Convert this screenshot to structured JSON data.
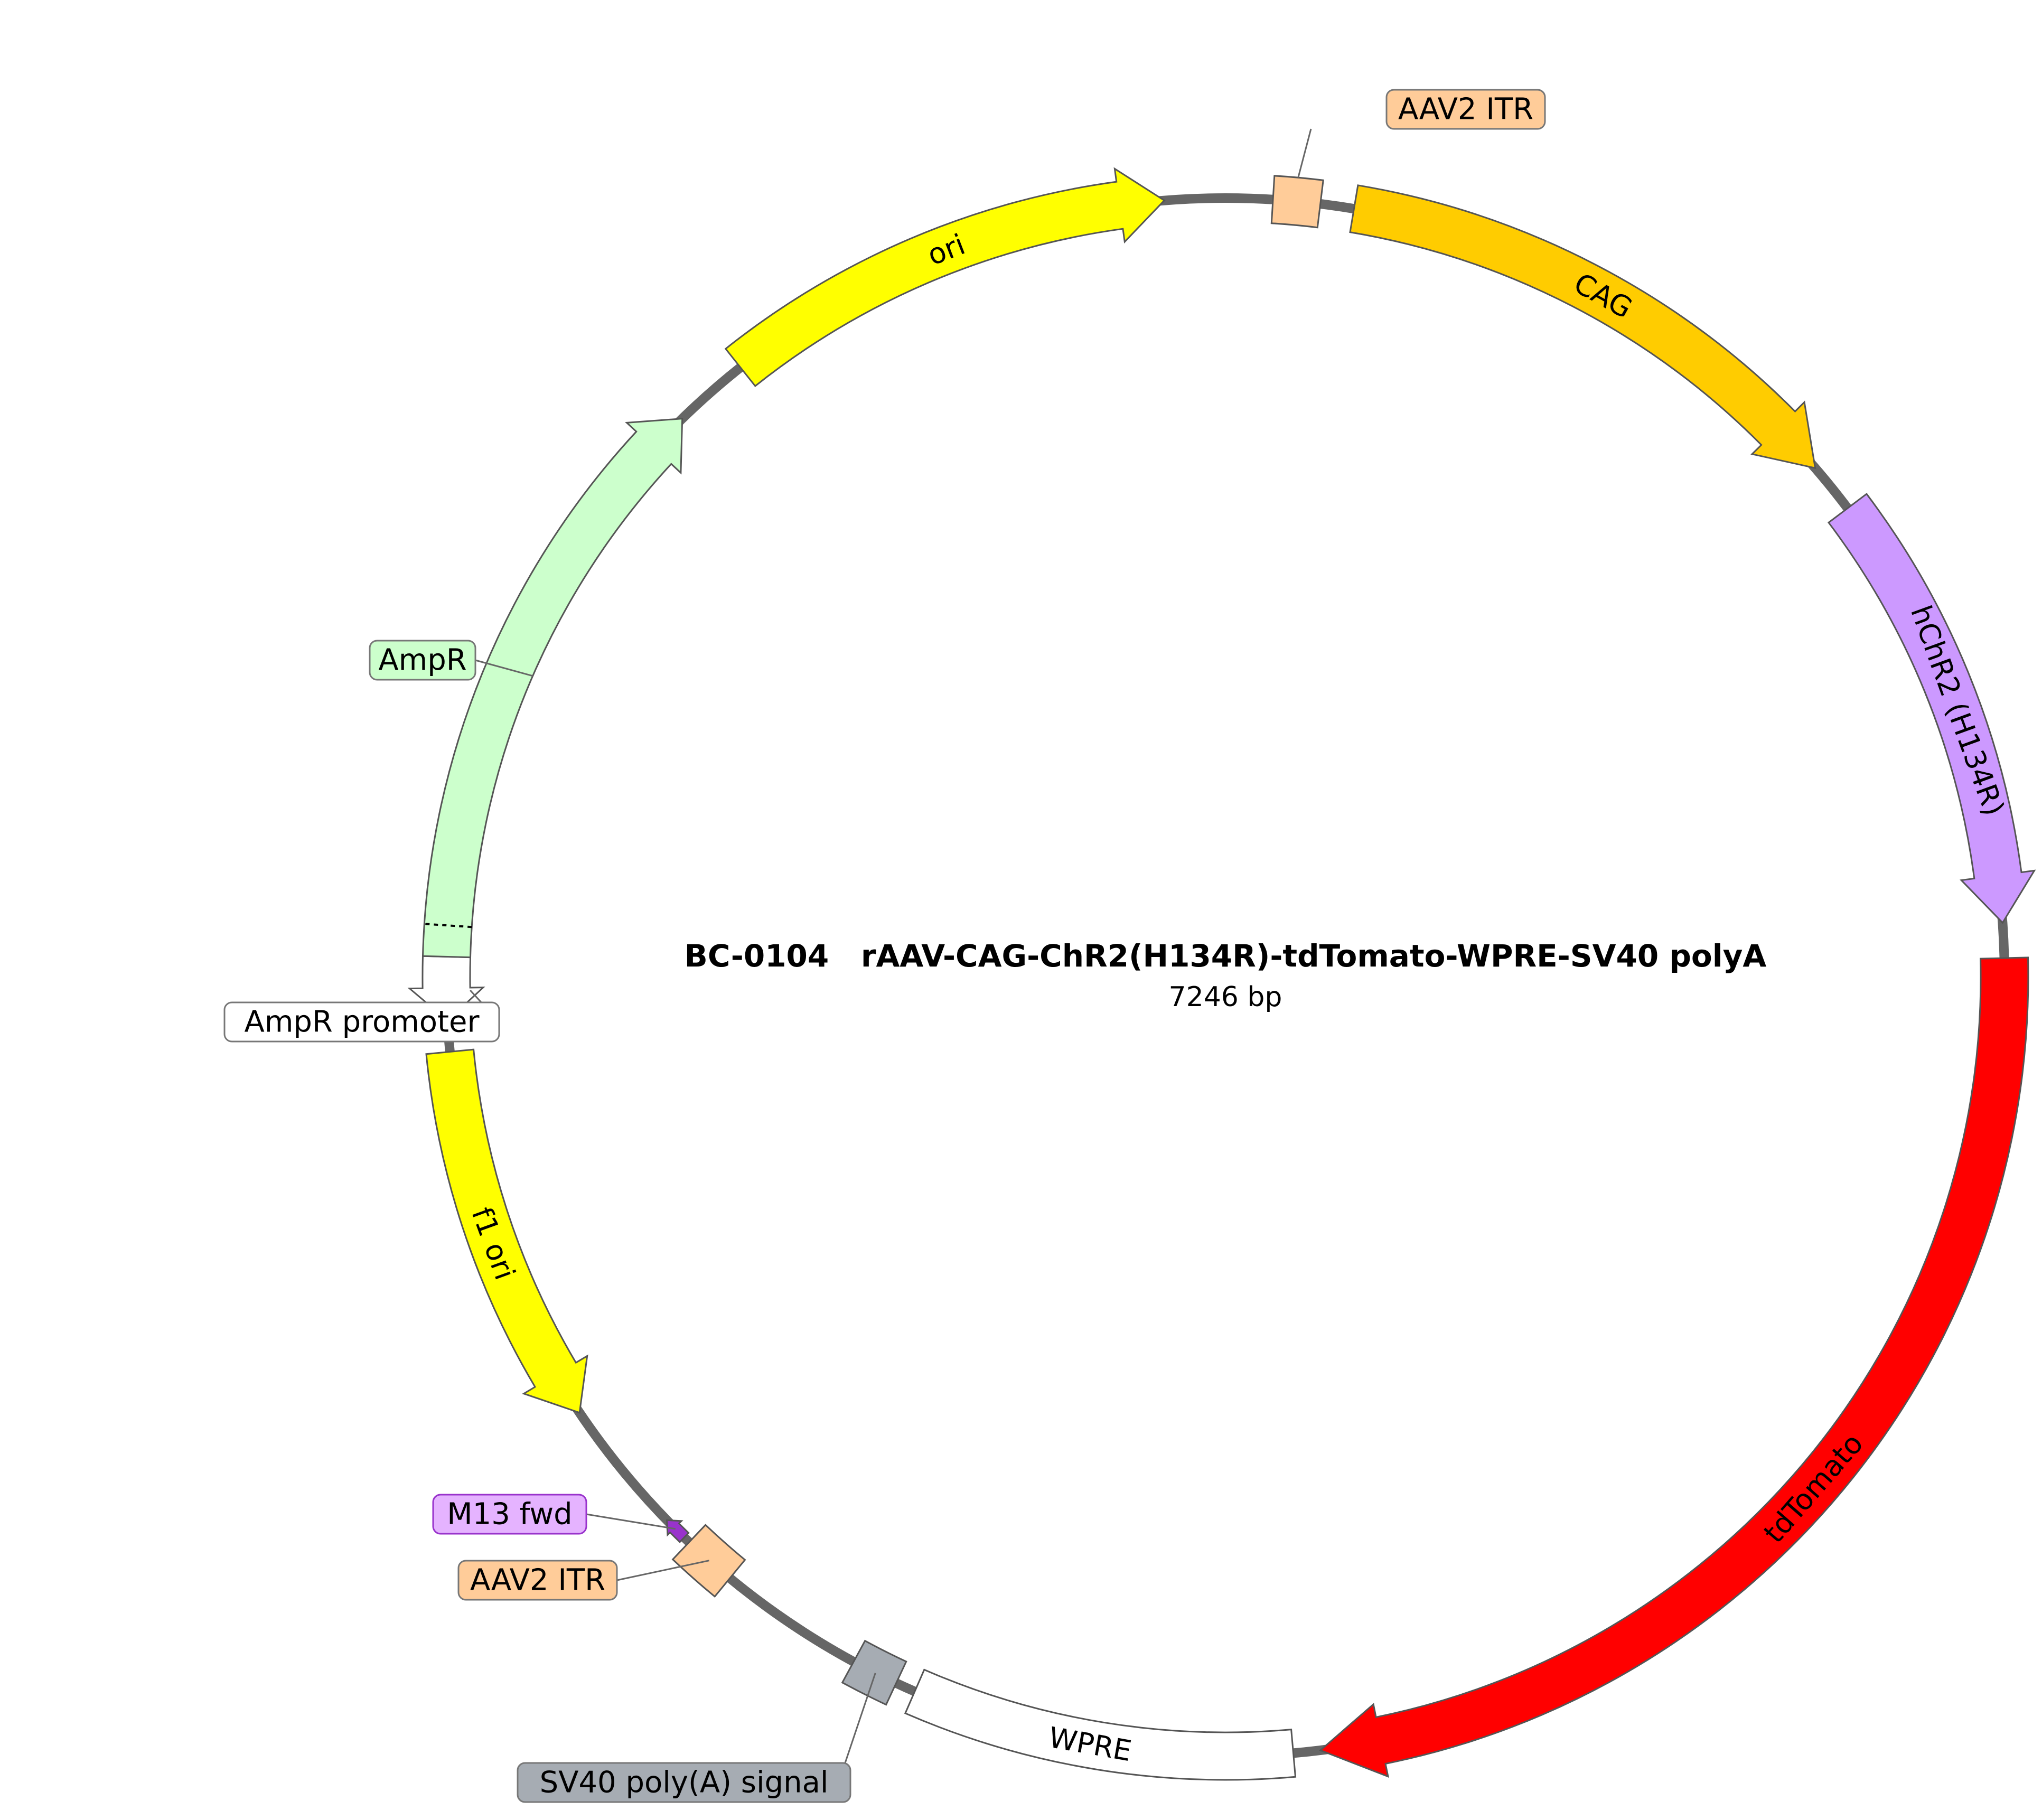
{
  "plasmid": {
    "name": "BC-0104   rAAV-CAG-ChR2(H134R)-tdTomato-WPRE-SV40 polyA",
    "size": "7246 bp"
  },
  "features": [
    {
      "id": "itr-top",
      "label": "AAV2 ITR",
      "color": "#ffcc99",
      "shape": "box",
      "callout": true
    },
    {
      "id": "cag",
      "label": "CAG",
      "color": "#ffcc00",
      "shape": "arrow",
      "direction": "cw"
    },
    {
      "id": "hchr2",
      "label": "hChR2 (H134R)",
      "color": "#cc99ff",
      "shape": "arrow",
      "direction": "cw"
    },
    {
      "id": "tdtomato",
      "label": "tdTomato",
      "color": "#ff0000",
      "shape": "arrow",
      "direction": "cw",
      "label_color": "#ffffff"
    },
    {
      "id": "wpre",
      "label": "WPRE",
      "color": "#ffffff",
      "shape": "box"
    },
    {
      "id": "sv40",
      "label": "SV40 poly(A) signal",
      "color": "#a6acb3",
      "shape": "box",
      "callout": true
    },
    {
      "id": "itr-bottom",
      "label": "AAV2 ITR",
      "color": "#ffcc99",
      "shape": "box",
      "callout": true
    },
    {
      "id": "m13",
      "label": "M13 fwd",
      "color": "#9933cc",
      "shape": "arrow",
      "direction": "cw",
      "callout": true,
      "callout_bg": "#e5b3ff"
    },
    {
      "id": "f1ori",
      "label": "f1 ori",
      "color": "#ffff00",
      "shape": "arrow",
      "direction": "ccw"
    },
    {
      "id": "amprprom",
      "label": "AmpR promoter",
      "color": "#ffffff",
      "shape": "arrow",
      "direction": "ccw",
      "callout": true
    },
    {
      "id": "ampr",
      "label": "AmpR",
      "color": "#ccffcc",
      "shape": "arrow",
      "direction": "cw",
      "callout": true
    },
    {
      "id": "ori",
      "label": "ori",
      "color": "#ffff00",
      "shape": "arrow",
      "direction": "cw"
    }
  ],
  "colors": {
    "backbone": "#666666",
    "outline": "#555555"
  }
}
